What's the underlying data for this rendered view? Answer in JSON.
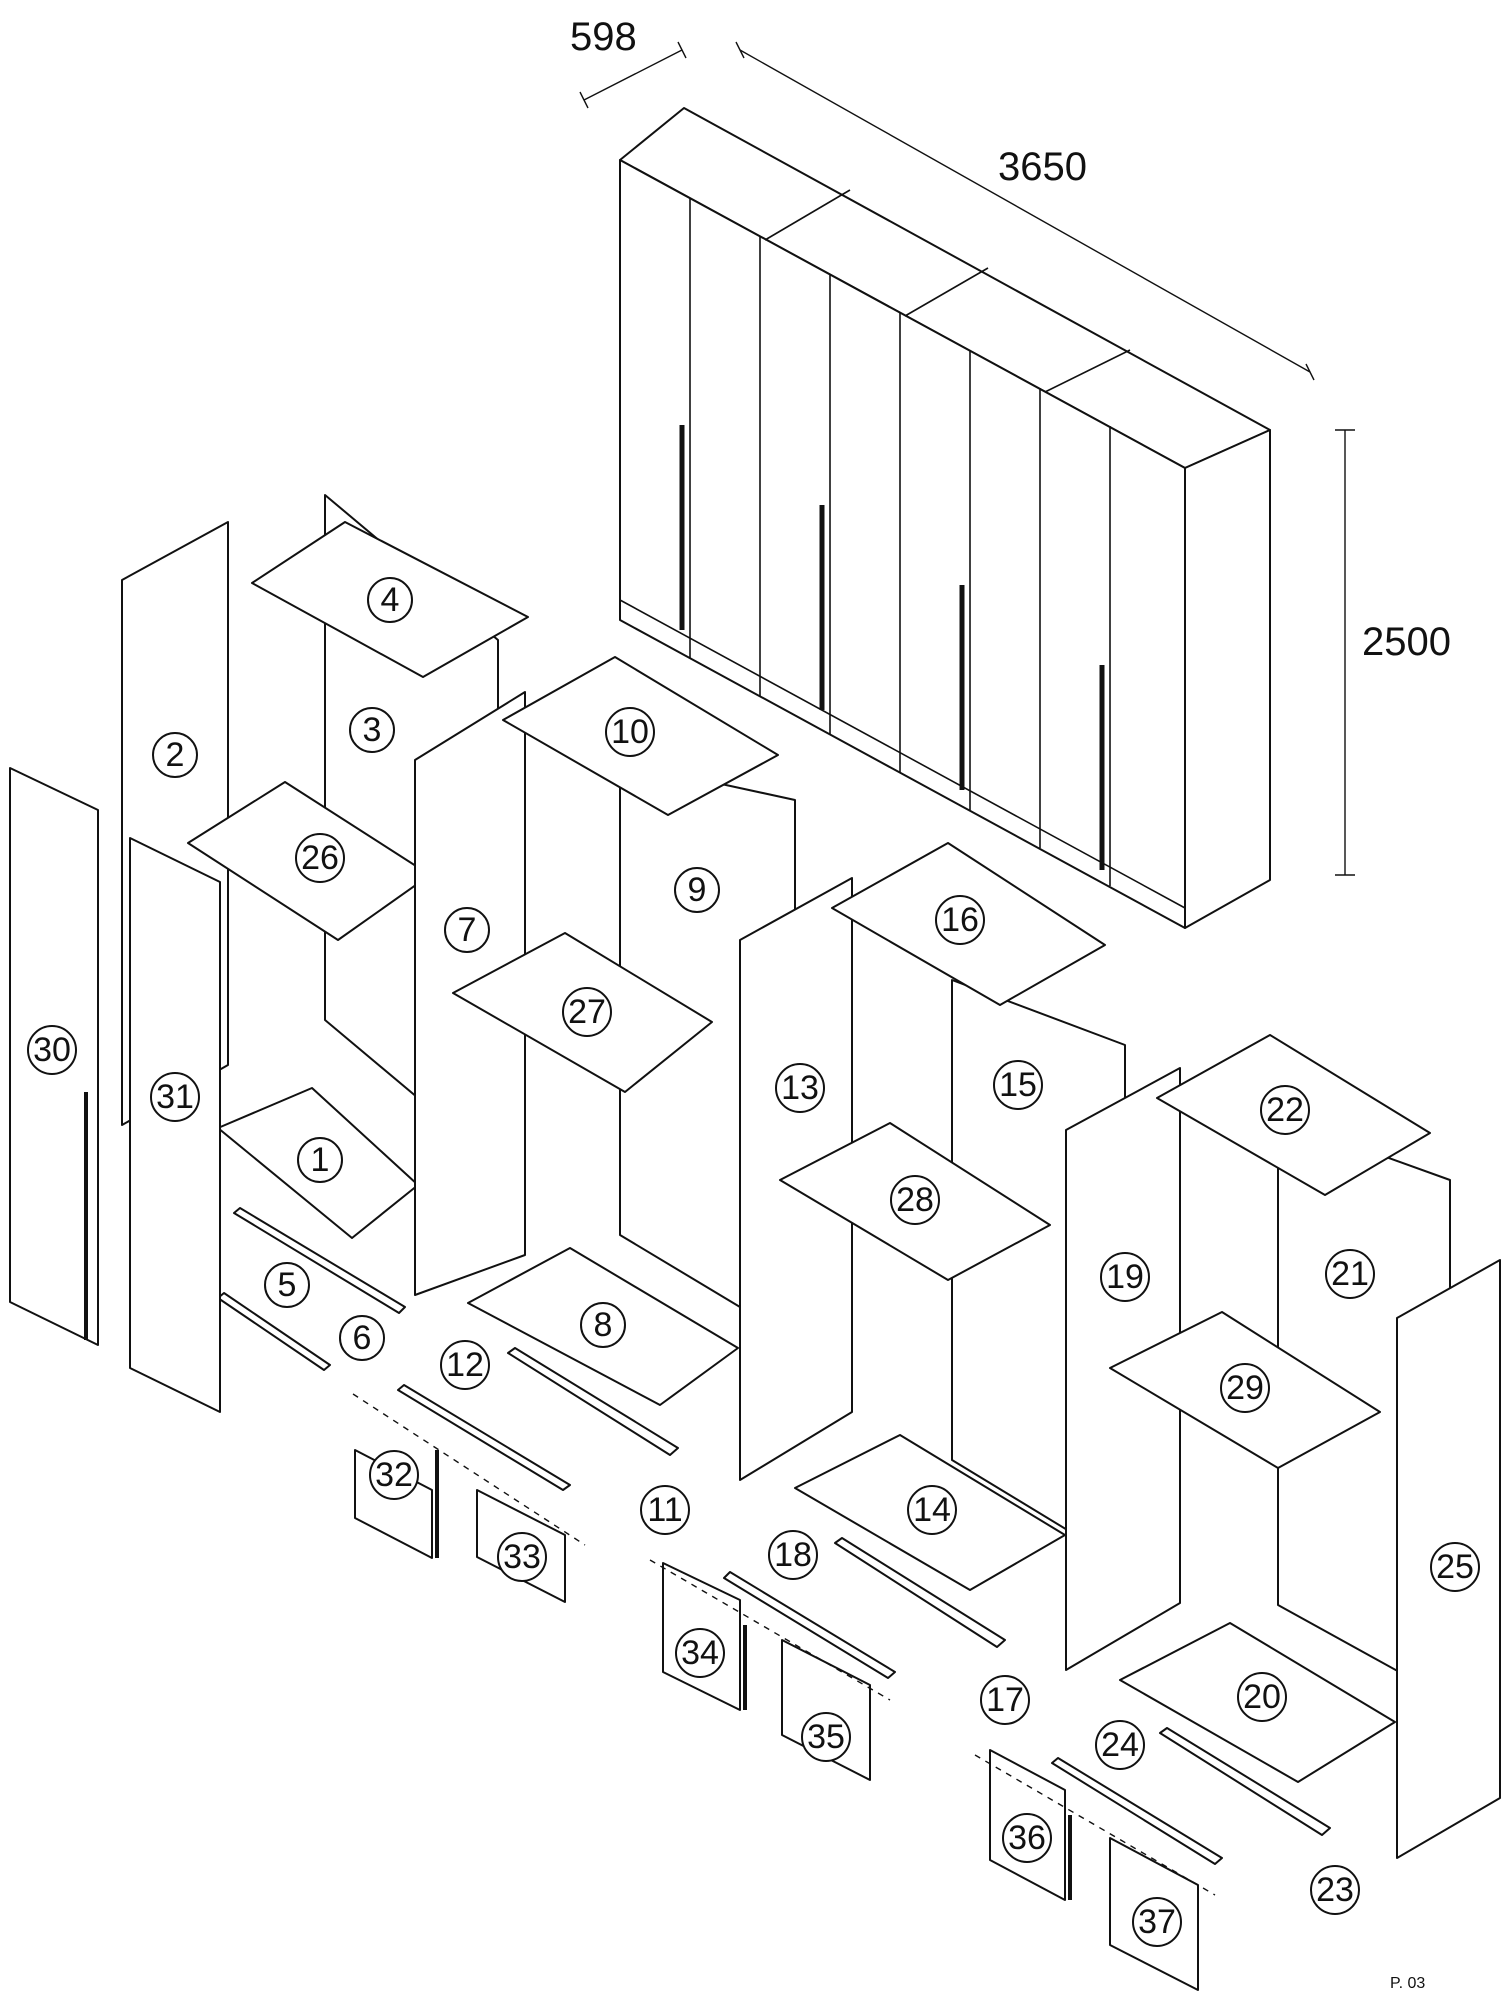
{
  "dimensions": {
    "depth": "598",
    "width": "3650",
    "height": "2500"
  },
  "page_number": "P. 03",
  "part_labels": [
    "1",
    "2",
    "3",
    "4",
    "5",
    "6",
    "7",
    "8",
    "9",
    "10",
    "11",
    "12",
    "13",
    "14",
    "15",
    "16",
    "17",
    "18",
    "19",
    "20",
    "21",
    "22",
    "23",
    "24",
    "25",
    "26",
    "27",
    "28",
    "29",
    "30",
    "31",
    "32",
    "33",
    "34",
    "35",
    "36",
    "37"
  ]
}
